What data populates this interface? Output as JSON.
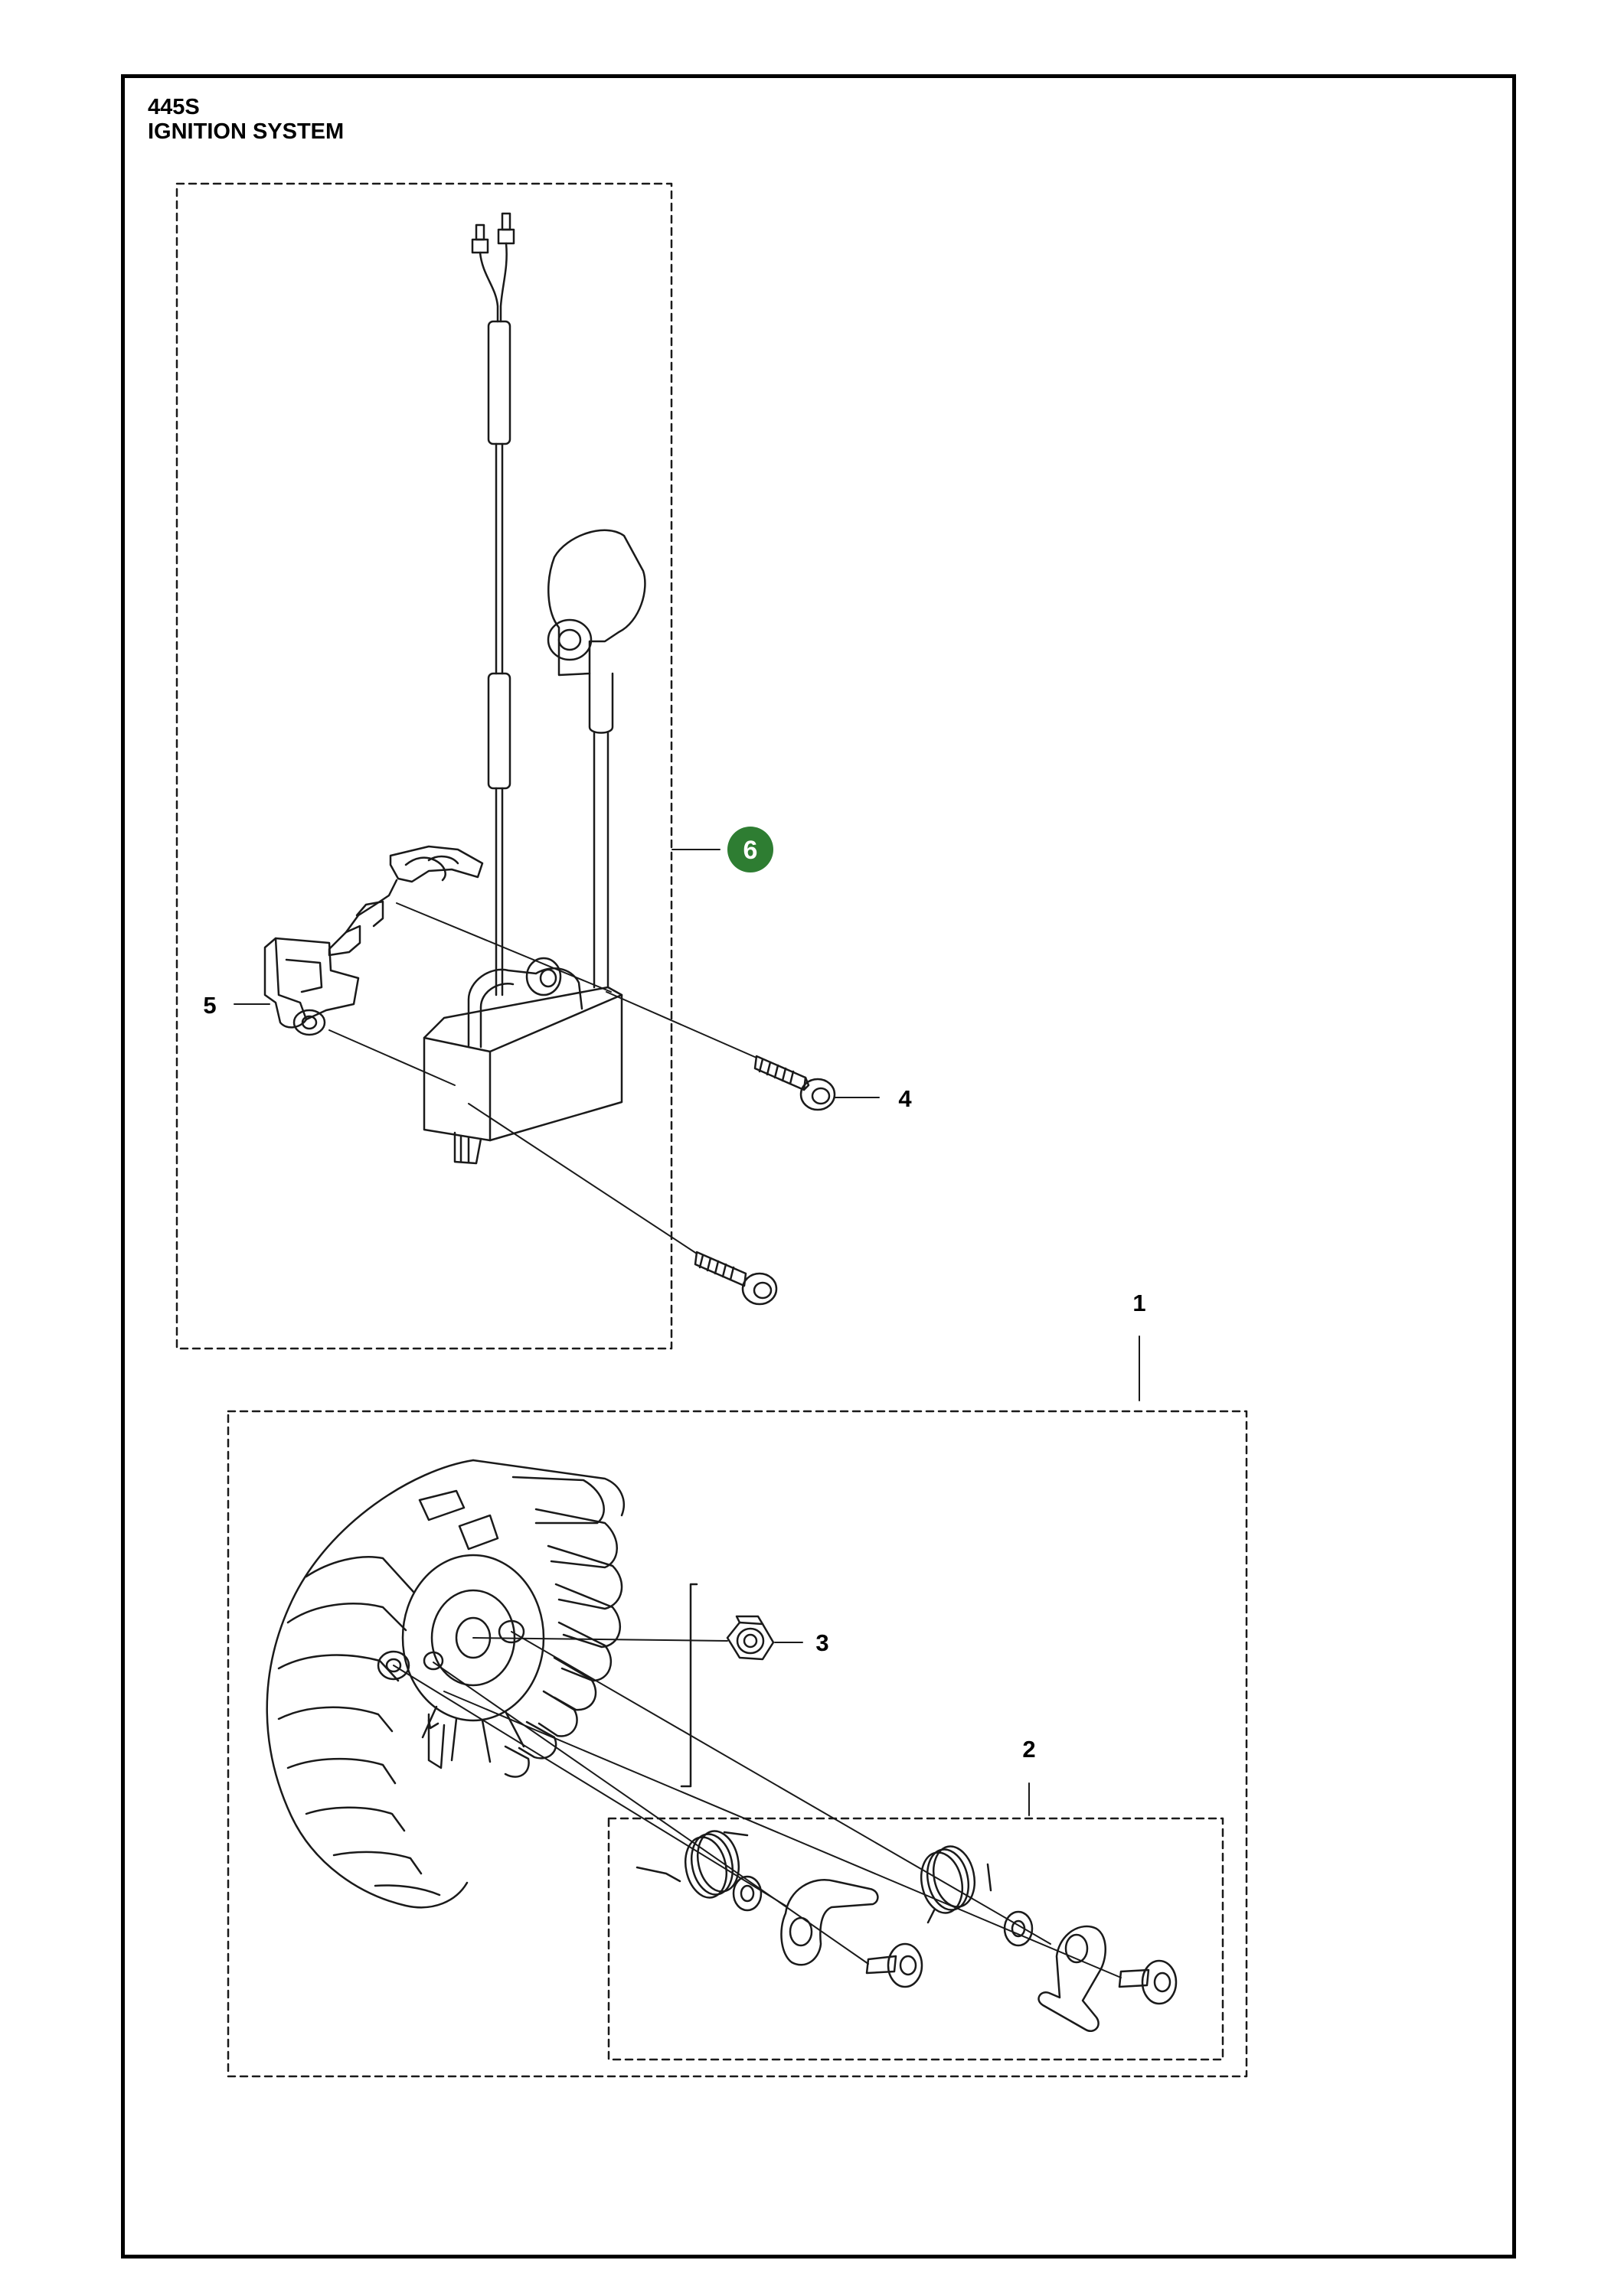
{
  "header": {
    "model": "445S",
    "section": "IGNITION SYSTEM"
  },
  "callouts": [
    {
      "id": "part-1",
      "label": "1"
    },
    {
      "id": "part-2",
      "label": "2"
    },
    {
      "id": "part-3",
      "label": "3"
    },
    {
      "id": "part-4",
      "label": "4"
    },
    {
      "id": "part-5",
      "label": "5"
    },
    {
      "id": "part-6",
      "label": "6",
      "highlighted": true
    }
  ],
  "colors": {
    "highlight": "#2e7d32",
    "line": "#1a1a1a",
    "frame": "#000000"
  }
}
